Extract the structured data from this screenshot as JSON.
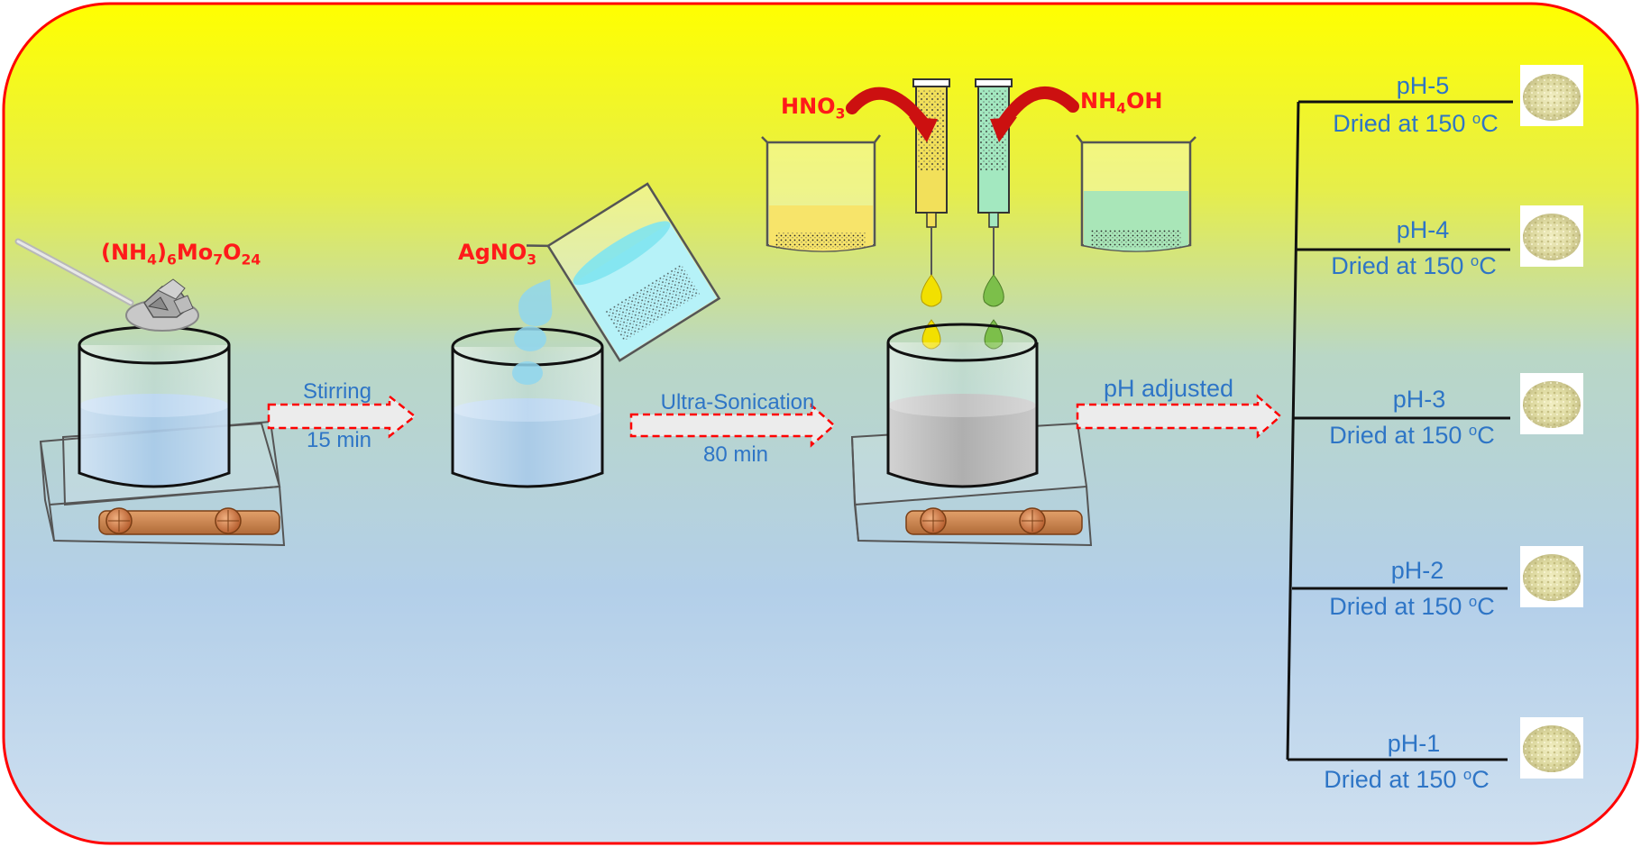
{
  "reagents": {
    "molybdate": {
      "p1": "(NH",
      "s1": "4",
      "p2": ")",
      "s2": "6",
      "p3": "Mo",
      "s3": "7",
      "p4": "O",
      "s4": "24"
    },
    "silver_nitrate": {
      "p1": "AgNO",
      "s1": "3"
    },
    "nitric_acid": {
      "p1": "HNO",
      "s1": "3"
    },
    "ammonium_hydroxide": {
      "p1": "NH",
      "s1": "4",
      "p2": "OH"
    }
  },
  "steps": [
    {
      "top": "Stirring",
      "bottom": "15 min"
    },
    {
      "top": "Ultra-Sonication",
      "bottom": "80 min"
    },
    {
      "top": "pH adjusted",
      "bottom": ""
    }
  ],
  "products": [
    {
      "ph": "pH-5",
      "dry": "Dried at 150 ",
      "unit_sup": "o",
      "unit": "C"
    },
    {
      "ph": "pH-4",
      "dry": "Dried at 150 ",
      "unit_sup": "o",
      "unit": "C"
    },
    {
      "ph": "pH-3",
      "dry": "Dried at 150 ",
      "unit_sup": "o",
      "unit": "C"
    },
    {
      "ph": "pH-2",
      "dry": "Dried at 150 ",
      "unit_sup": "o",
      "unit": "C"
    },
    {
      "ph": "pH-1",
      "dry": "Dried at 150 ",
      "unit_sup": "o",
      "unit": "C"
    }
  ],
  "colors": {
    "border": "#ff0000",
    "bg_top": "#ffff00",
    "bg_bottom": "#cfe0f0",
    "liquid_blue": "#9dc3e6",
    "liquid_gray": "#a6a6a6",
    "acid_yellow": "#f7e46a",
    "base_green": "#a9e6b8",
    "text_blue": "#2e75c6",
    "text_red": "#ff1a1a"
  }
}
